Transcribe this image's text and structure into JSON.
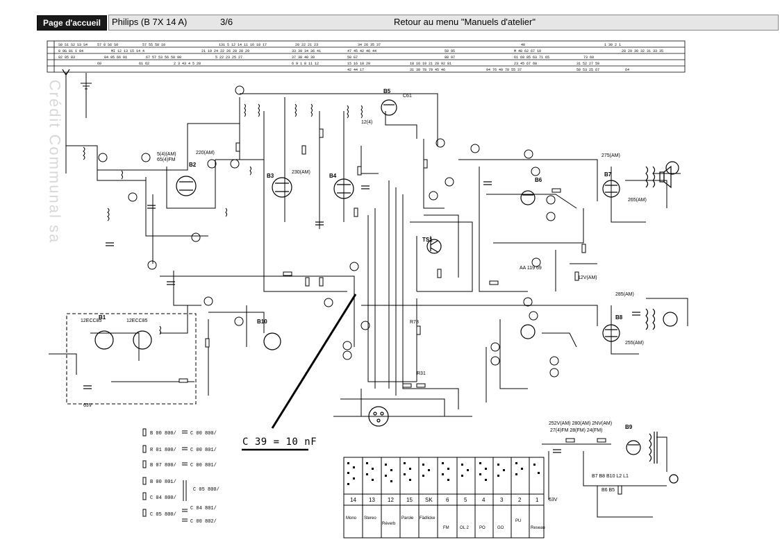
{
  "nav": {
    "home_label": "Page d'accueil",
    "model": "Philips (B 7X 14 A)",
    "page": "3/6",
    "back_label": "Retour au menu \"Manuels d'atelier\""
  },
  "watermark": "Crédit Communal sa",
  "annotation": "C 39 = 10 nF",
  "tubes": [
    "B1",
    "B2",
    "B3",
    "B4",
    "B5",
    "B6",
    "B7",
    "B8",
    "B9"
  ],
  "legend": {
    "left": [
      "B 00 800/",
      "R 01 800/",
      "B 07 800/",
      "B 00 801/",
      "C 04 800/",
      "C 05 800/"
    ],
    "right": [
      "C 00 800/",
      "C 00 801/",
      "C 00 801/",
      "C 05 800/",
      "C 04 801/",
      "C 00 802/"
    ]
  },
  "switch_table": {
    "numbers": [
      "14",
      "13",
      "12",
      "15",
      "SK",
      "6",
      "5",
      "4",
      "3",
      "2",
      "1"
    ],
    "labels": [
      "Mono",
      "Stereo",
      "Réverb",
      "Parole",
      "Fädlicke",
      "FM",
      "OL 2",
      "PO",
      "GO",
      "PU",
      "Reseau"
    ]
  }
}
